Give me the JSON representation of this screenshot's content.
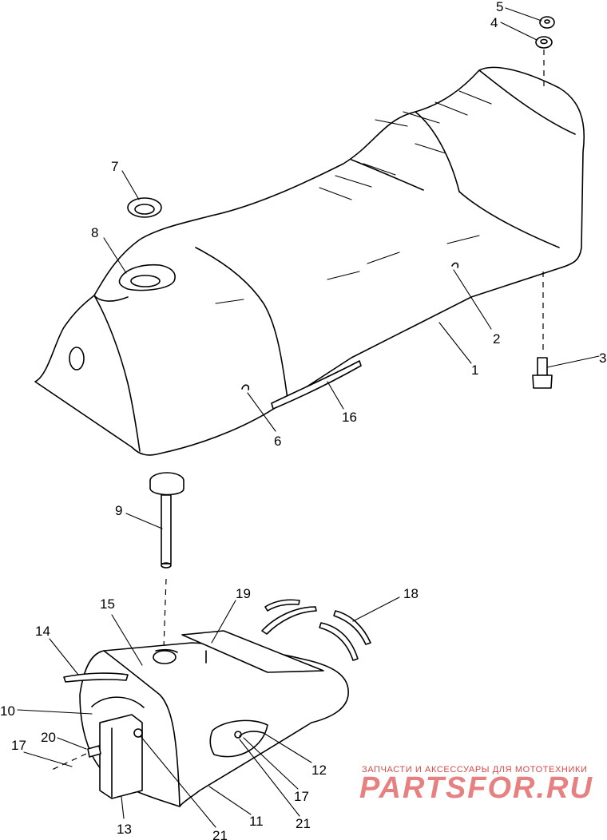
{
  "callouts": [
    {
      "id": "c5",
      "label": "5"
    },
    {
      "id": "c4",
      "label": "4"
    },
    {
      "id": "c7",
      "label": "7"
    },
    {
      "id": "c8",
      "label": "8"
    },
    {
      "id": "c2",
      "label": "2"
    },
    {
      "id": "c3",
      "label": "3"
    },
    {
      "id": "c1",
      "label": "1"
    },
    {
      "id": "c16",
      "label": "16"
    },
    {
      "id": "c6",
      "label": "6"
    },
    {
      "id": "c9",
      "label": "9"
    },
    {
      "id": "c19",
      "label": "19"
    },
    {
      "id": "c15",
      "label": "15"
    },
    {
      "id": "c18",
      "label": "18"
    },
    {
      "id": "c14",
      "label": "14"
    },
    {
      "id": "c10",
      "label": "10"
    },
    {
      "id": "c20",
      "label": "20"
    },
    {
      "id": "c17a",
      "label": "17"
    },
    {
      "id": "c12",
      "label": "12"
    },
    {
      "id": "c17b",
      "label": "17"
    },
    {
      "id": "c13",
      "label": "13"
    },
    {
      "id": "c21a",
      "label": "21"
    },
    {
      "id": "c11",
      "label": "11"
    },
    {
      "id": "c21b",
      "label": "21"
    }
  ],
  "watermark": {
    "tagline": "ЗАПЧАСТИ И АКСЕССУАРЫ ДЛЯ МОТОТЕХНИКИ",
    "logo": "PARTSFOR.RU",
    "color": "#e36a6a"
  }
}
